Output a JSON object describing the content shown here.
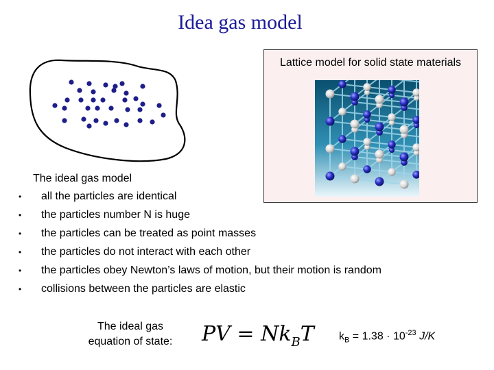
{
  "title": "Idea gas model",
  "lattice": {
    "caption": "Lattice model for solid state materials"
  },
  "model": {
    "heading": "The ideal gas model",
    "bullets": [
      "all the particles are identical",
      "the particles number N is huge",
      "the particles can be treated as point masses",
      "the particles do not interact with each other",
      "the particles obey Newton’s laws of motion, but their motion is random",
      "collisions between the particles are elastic"
    ]
  },
  "equation": {
    "label_line1": "The ideal gas",
    "label_line2": "equation of state:",
    "lhs": "PV",
    "eq": " = ",
    "rhs_main": "Nk",
    "rhs_sub": "B",
    "rhs_end": "T"
  },
  "constant": {
    "k": "k",
    "k_sub": "B",
    "value": " = 1.38 · 10",
    "exponent": "-23",
    "unit": " J/K"
  },
  "colors": {
    "title": "#1a1a99",
    "particle": "#1e1e8a",
    "lattice_bg": "#fbefef"
  }
}
